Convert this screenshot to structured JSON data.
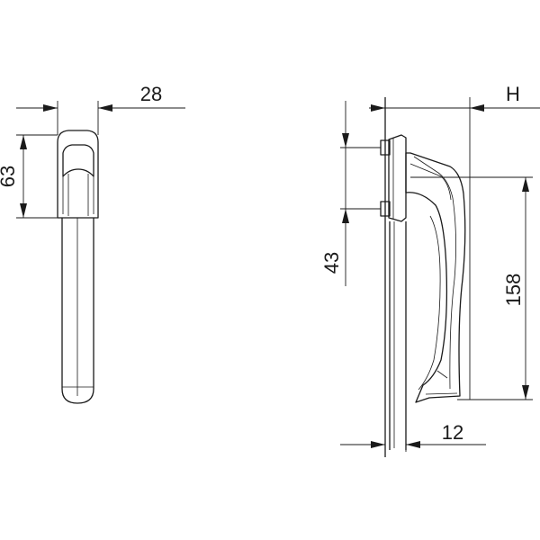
{
  "dimensions": {
    "width_front": "28",
    "height_base": "63",
    "height_h": "H",
    "spindle_spacing": "43",
    "total_length": "158",
    "offset": "12"
  }
}
